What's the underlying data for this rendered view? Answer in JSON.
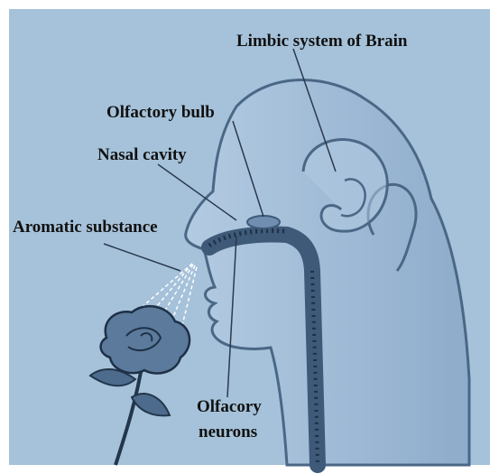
{
  "labels": {
    "limbic": "Limbic system of Brain",
    "bulb": "Olfactory bulb",
    "nasal": "Nasal cavity",
    "aromatic": "Aromatic substance",
    "neurons_line1": "Olfacory",
    "neurons_line2": "neurons"
  },
  "colors": {
    "background": "#a6c2da",
    "border": "#ffffff",
    "skin": "#8eaccb",
    "skin_light": "#b3cbe2",
    "outline": "#4a6786",
    "airway": "#3e5a78",
    "tract_dots": "#1d2f45",
    "label_text": "#111111",
    "leader_line": "#2a3a4e"
  },
  "icons": {
    "flower": "rose-icon"
  }
}
